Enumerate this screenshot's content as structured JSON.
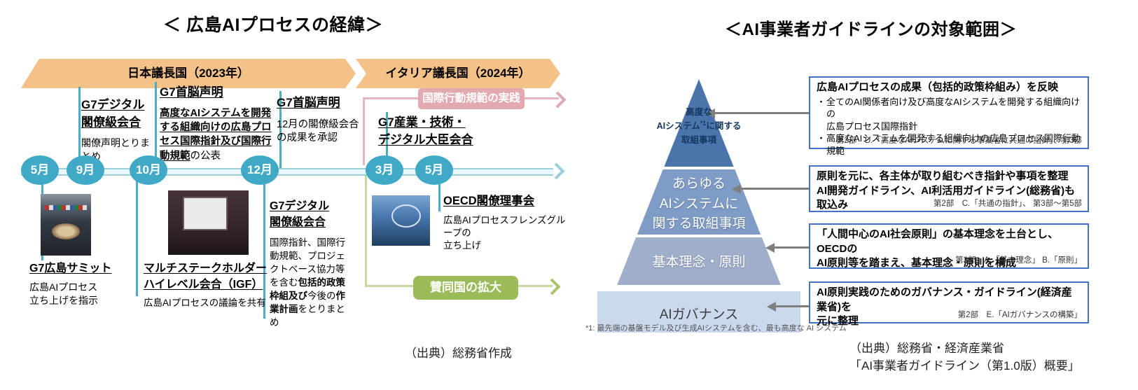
{
  "left": {
    "title": "＜ 広島AIプロセスの経緯＞",
    "banner_japan": "日本議長国（2023年）",
    "banner_italy": "イタリア議長国（2024年）",
    "badge_codes_practice": "国際行動規範の実践",
    "badge_supporters": "賛同国の拡大",
    "months": [
      "5月",
      "9月",
      "10月",
      "12月",
      "3月",
      "5月"
    ],
    "ev_sep": {
      "title": "G7デジタル\n閣僚級会合",
      "body": "閣僚声明とりまとめ"
    },
    "ev_oct_top": {
      "title": "G7首脳声明",
      "body_em": "高度なAIシステムを開発する組織向けの広島プロセス国際指針及び国際行動規範",
      "body_rest": "の公表"
    },
    "ev_dec_top": {
      "title": "G7首脳声明",
      "body": "12月の閣僚級会合\nの成果を承認"
    },
    "ev_mar": {
      "title": "G7産業・技術・\nデジタル大臣会合"
    },
    "ev_may23": {
      "title": "G7広島サミット",
      "body": "広島AIプロセス\n立ち上げを指示"
    },
    "ev_oct_bottom": {
      "title": "マルチステークホルダー\nハイレベル会合（IGF）",
      "body": "広島AIプロセスの議論を共有"
    },
    "ev_dec_bottom": {
      "title": "G7デジタル\n閣僚級会合",
      "body_r1": "国際指針、国際行動規範、プロジェクトベース協力等を含む",
      "body_b1": "包括的政策枠組及び",
      "body_r2": "今後の",
      "body_b2": "作業計画",
      "body_r3": "をとりまとめ"
    },
    "ev_may24": {
      "title": "OECD閣僚理事会",
      "body": "広島AIプロセスフレンズグループの\n立ち上げ"
    },
    "source": "（出典）総務省作成"
  },
  "right": {
    "title": "＜AI事業者ガイドラインの対象範囲＞",
    "pyramid": {
      "tier1_l1": "高度な",
      "tier1_l2a": "AIシステム",
      "tier1_sup": "*1",
      "tier1_l2b": "に関する",
      "tier1_l3": "取組事項",
      "tier2": "あらゆる\nAIシステムに\n関する取組事項",
      "tier3": "基本理念・原則",
      "tier4": "AIガバナンス"
    },
    "boxes": [
      {
        "title": "広島AIプロセスの成果（包括的政策枠組み）を反映",
        "bullets": [
          "全てのAI関係者向け及び高度なAIシステムを開発する組織向けの\n広島プロセス国際指針",
          "高度なAIシステムを開発する組織向けの広島プロセス国際行動規範"
        ],
        "ref": "第2部　D.「高度なAIシステムに関する事業者に共通の指針」、第3部"
      },
      {
        "title": "原則を元に、各主体が取り組むべき指針や事項を整理\nAI開発ガイドライン、AI利活用ガイドライン(総務省)も取込み",
        "ref": "第2部　C.「共通の指針」、 第3部～第5部"
      },
      {
        "title": "「人間中心のAI社会原則」の基本理念を土台とし、OECDの\nAI原則等を踏まえ、基本理念・原則を構成",
        "ref": "第2部　A.「基本理念」 B.「原則」"
      },
      {
        "title": "AI原則実践のためのガバナンス・ガイドライン(経済産業省)を\n元に整理",
        "ref": "第2部　E.「AIガバナンスの構築」"
      }
    ],
    "footnote": "*1: 最先端の基盤モデル及び生成AIシステムを含む、最も高度な AI システム",
    "source": "（出典）総務省・経済産業省\n「AI事業者ガイドライン（第1.0版）概要」"
  },
  "colors": {
    "banner_orange": "#F4C189",
    "timeline_teal": "#3FA9C6",
    "timeline_line_blue": "#9CCFDD",
    "pink": "#E2A9B1",
    "green": "#9BBB59",
    "green_light": "#C6D8A0",
    "pyramid_tier1": "#4A74AC",
    "pyramid_tier2": "#7F9CC7",
    "pyramid_tier3": "#9FAECB",
    "pyramid_tier4": "#CBD9EE",
    "box_border": "#4472C4",
    "arrow_gray": "#7F7F7F"
  }
}
